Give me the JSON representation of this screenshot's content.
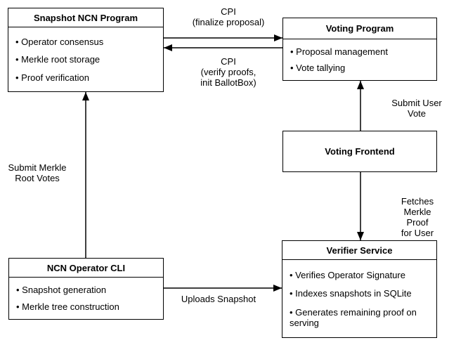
{
  "diagram": {
    "background_color": "#ffffff",
    "line_color": "#000000",
    "boxes": [
      {
        "title": "Snapshot NCN Program",
        "items": [
          "• Operator consensus",
          "• Merkle root storage",
          "• Proof verification"
        ]
      },
      {
        "title": "Voting Program",
        "items": [
          "• Proposal management",
          "• Vote tallying"
        ]
      },
      {
        "title": "Voting Frontend",
        "items": []
      },
      {
        "title": "Verifier Service",
        "items": [
          "• Verifies Operator Signature",
          "• Indexes snapshots in SQLite",
          "• Generates remaining proof on serving"
        ]
      },
      {
        "title": "NCN Operator CLI",
        "items": [
          "• Snapshot generation",
          "• Merkle tree construction"
        ]
      }
    ],
    "edge_labels": {
      "cpi_finalize": "CPI\n(finalize proposal)",
      "cpi_verify": "CPI\n(verify proofs,\ninit BallotBox)",
      "submit_user_vote": "Submit User Vote",
      "fetches_merkle_proof": "Fetches Merkle Proof\nfor User",
      "submit_merkle_root_votes": "Submit Merkle\nRoot Votes",
      "uploads_snapshot": "Uploads Snapshot"
    }
  }
}
